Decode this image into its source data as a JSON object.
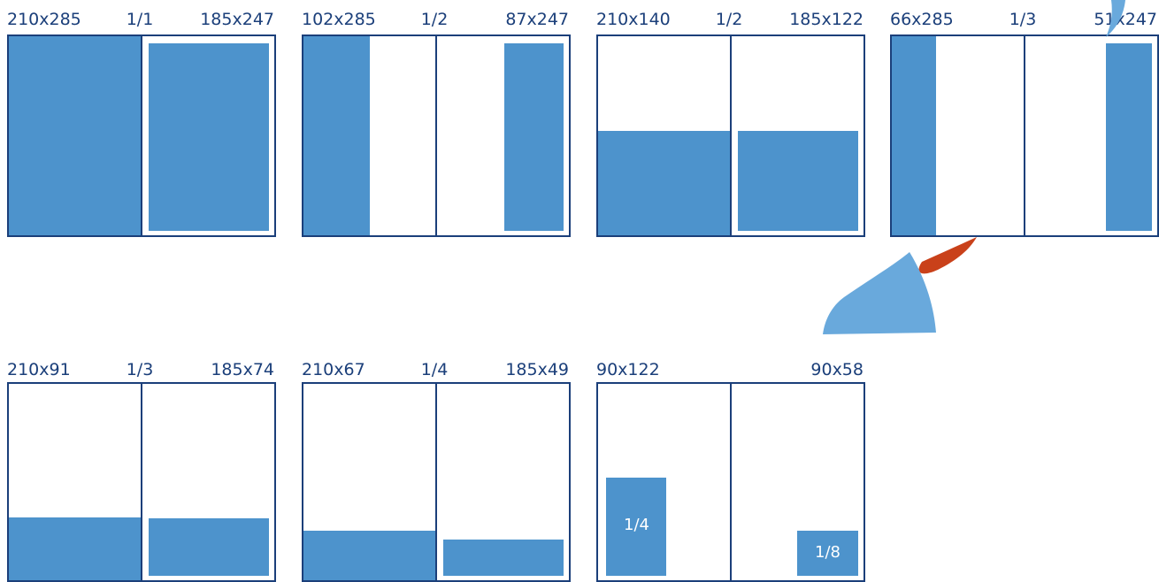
{
  "colors": {
    "outline": "#1b3f7a",
    "fill": "#4d93cc",
    "text": "#1b3f7a",
    "swirl_blue": "#69a9dc",
    "swirl_orange": "#c9411a"
  },
  "formats": [
    {
      "full_size": "210x285",
      "fraction": "1/1",
      "trim_size": "185x247"
    },
    {
      "full_size": "102x285",
      "fraction": "1/2",
      "trim_size": "87x247"
    },
    {
      "full_size": "210x140",
      "fraction": "1/2",
      "trim_size": "185x122"
    },
    {
      "full_size": "66x285",
      "fraction": "1/3",
      "trim_size": "51x247"
    },
    {
      "full_size": "210x91",
      "fraction": "1/3",
      "trim_size": "185x74"
    },
    {
      "full_size": "210x67",
      "fraction": "1/4",
      "trim_size": "185x49"
    },
    {
      "full_size": "90x122",
      "fraction": "",
      "trim_size": "90x58",
      "left_box_label": "1/4",
      "right_box_label": "1/8"
    }
  ]
}
